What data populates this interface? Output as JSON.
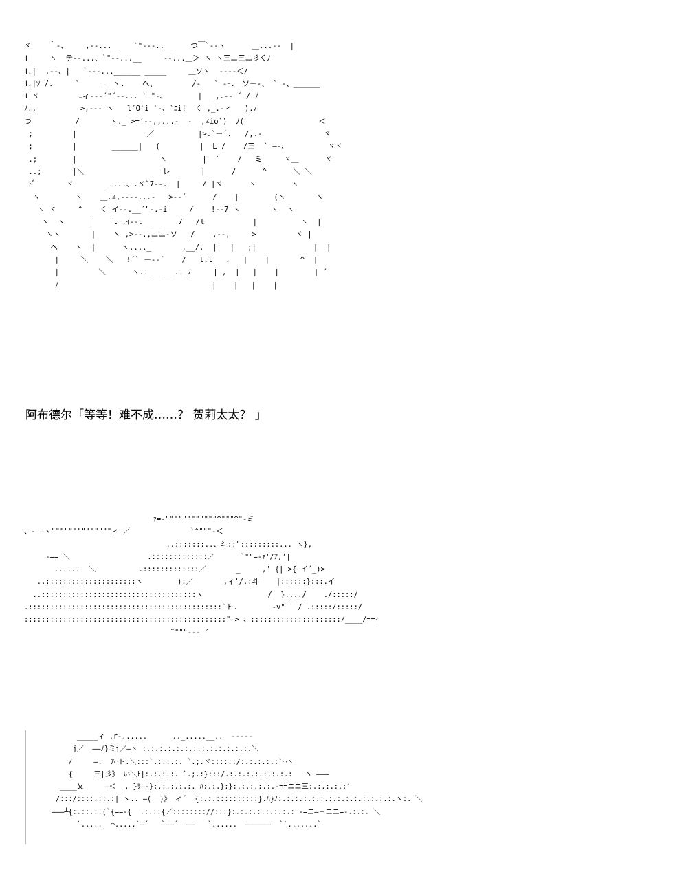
{
  "art": {
    "face": "ヾ    ｀-、    ,--...__   `\"---..__    つ￣`--ヽ      ＿...--  |\nⅡ|    ヽ  テ--...、`\"--...__     --...＿＞ ヽ ヽ三ニ三ニ彡くﾉ\nⅡ.|  ,--、|   `---...______ _____     ＿ソヽ  ----＜/\nⅡ.|ﾂ /.     `     ＿ ヽ.    へ、        /-   ` -ｰ.＿ソー-、 ` -、______\nⅡ|ヾ         ﾆィ---´\"´--..._` \"-、       |  _,.-- ´ / ﾉ\nﾉ.,          >,--- ヽ   l´O`i `-、`ﾆi!  く ,_.-ィ   ).ﾉ\nつ          /       ヽ._ >=´--,,...-  -  ,∠io`)  ﾉ(                 ＜\n ;         |                ／          |>.`ー´.   /,.-              ヾ\n ;         |        ______|   (         |  L /    /三  ` ―-、         ヾヾ\n .;        |                   ヽ        |  `    /   ミ     ヾ＿      ヾ\n ..;       |＼                  レ       |      /      ^      ＼ ＼\n ﾄﾞ       ヾ       _....、.ヾ`7--.__|     / |ヾ      ヽ        ヽ\n  ヽ        ヽ    ＿.∠,----...-   >--´      /    |        (ヽ       ヽ\n   ヽ ヾ     ^    く イ--.__´\"-.-i     /    !--7 ヽ       ヽ  ヽ\n    ヽ  ヽ     |     l .ｲ--.__  ____7   /l           |          ヽ  |\n     ヽヽ       |    ヽ ,>--.,ニニ-ソ   /    ,--,     >         ヾ |\n      へ    ヽ  |      ヽ...._       ,__/,  |   |   ;|             |  |\n       |     ＼    ＼   !´` ー--´    /   l.l   .   |    |       ^  |\n       |         ＼      ヽ.._  ___.._ﾉ     | ,  |   |    |        | ´\n       ﾉ                                   |    |   |    |",
    "cloud": "                              ｧ=-\"\"\"\"\"\"\"\"\"\"\"\"^\"\"\"^\"-ミ\n、- ―ヽ\"\"\"\"\"\"\"\"\"\"\"\"\"\"ィ ／              `^\"\"\"-＜\n                                 ..:::::::..、斗::\":::::::::... ヽ},\n     -== ＼                  .:::::::::::::／      `\"\"=-ｧ'/ｱ,'|\n       ......  ＼          .:::::::::::::／       _     ,' {| >{ イ´_)>\n   ..:::::::::::::::::::::ヽ        ):／       ,ィ'/.:斗    |::::::}:::.イ\n  ..::::::::::::::::::::::::::::::::::::ヽ               /  }..../    ./:::::/\n.:::::::::::::::::::::::::::::::::::::::::::::`ト.        -v\" ¨ /¨.:::::/:::::/\n:::::::::::::::::::::::::::::::::::::::::::::::\"―> 、:::::::::::::::::::::/____/==ｨ\n                                  ¨\"\"\"--- ´",
    "lying": "      _____ィ .r-......      .._.....__..  -----\n     j／  ――ﾉ}ミj／―ヽ :.:.:.:.:.:.:.:.:.:.:.:.:.＼\n    /     ―.  ｱ⌒ト.＼:::`.:.:.:. `.;.ヾ::::::/:.:.:.:.:`⌒ヽ\n    {     三|彡》 い＼ﾄ|:.:.:.:. `.;.:}:::/.:.:.:.:.:.:.:.:   ヽ ―――\n  ____乂     ―＜  , }ｦ―-}:.:.:.:.:. ﾊ:.:.}:}:.:.:.:.:.-==ニニ三:.:.:.:.:`\n /:::/::::.::.:| ヽ.. ―(__)》_ィ´  {:.:.::::::::::}.ﾊ}ﾉ:.:.:.:.:.:.:.:.:.:.:.:.:.:.ヽ:. ＼\n―――┴{:.::.:.(`{==-{  .:.::{／:::::::://:::}:.:.:.:.:.:.:.: -=ニ―三ニニ=-.:.:. ＼\n      `.....  ⌒.....`―´   `――´  ――   `......  ――――――  ``.......`"
  },
  "text": {
    "dialogue": "阿布德尔「等等！难不成……？ 贺莉太太？ 」"
  }
}
